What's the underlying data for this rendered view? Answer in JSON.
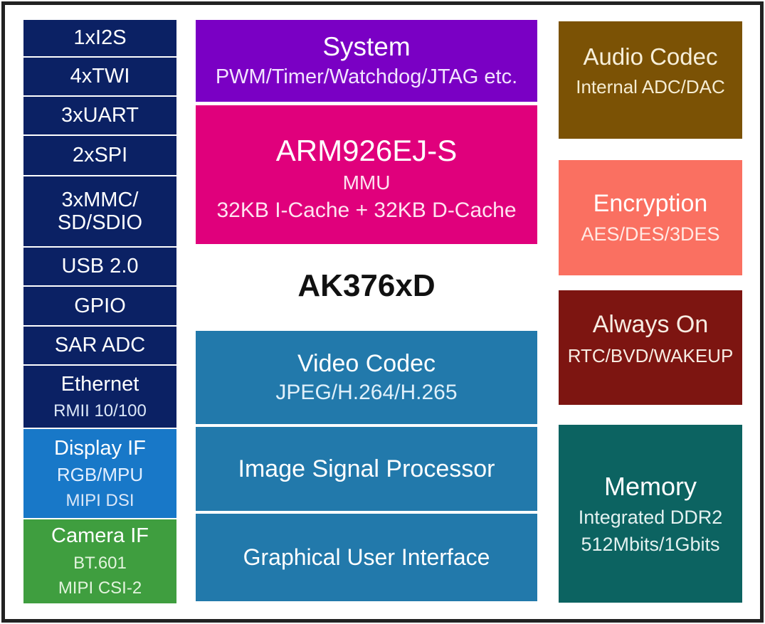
{
  "chip": {
    "title": "AK376xD"
  },
  "left_column": [
    {
      "label": "1xI2S"
    },
    {
      "label": "4xTWI"
    },
    {
      "label": "3xUART"
    },
    {
      "label": "2xSPI"
    },
    {
      "label": "3xMMC/\nSD/SDIO"
    },
    {
      "label": "USB 2.0"
    },
    {
      "label": "GPIO"
    },
    {
      "label": "SAR ADC"
    },
    {
      "label": "Ethernet",
      "sublabel": "RMII 10/100"
    },
    {
      "label": "Display IF",
      "sublabels": [
        "RGB/MPU",
        "MIPI DSI"
      ]
    },
    {
      "label": "Camera IF",
      "sublabels": [
        "BT.601",
        "MIPI CSI-2"
      ]
    }
  ],
  "center_column": {
    "system": {
      "title": "System",
      "subtitle": "PWM/Timer/Watchdog/JTAG etc."
    },
    "cpu": {
      "title": "ARM926EJ-S",
      "subtitle1": "MMU",
      "subtitle2": "32KB I-Cache + 32KB D-Cache"
    },
    "video_codec": {
      "title": "Video Codec",
      "subtitle": "JPEG/H.264/H.265"
    },
    "isp": {
      "title": "Image Signal Processor"
    },
    "gui": {
      "title": "Graphical User Interface"
    }
  },
  "right_column": {
    "audio_codec": {
      "title": "Audio Codec",
      "subtitle": "Internal ADC/DAC"
    },
    "encryption": {
      "title": "Encryption",
      "subtitle": "AES/DES/3DES"
    },
    "always_on": {
      "title": "Always On",
      "subtitle": "RTC/BVD/WAKEUP"
    },
    "memory": {
      "title": "Memory",
      "subtitle1": "Integrated DDR2",
      "subtitle2": "512Mbits/1Gbits"
    }
  },
  "colors": {
    "peripheral_navy": "#0b2164",
    "display_if_blue": "#1878c8",
    "camera_if_green": "#3f9e3f",
    "system_purple": "#7a00c4",
    "cpu_magenta": "#e0007c",
    "media_teal": "#2279ab",
    "audio_brown": "#7b5205",
    "encryption_salmon": "#fa7061",
    "always_on_darkred": "#7d1511",
    "memory_darkteal": "#0c6361",
    "frame_black": "#222222"
  }
}
